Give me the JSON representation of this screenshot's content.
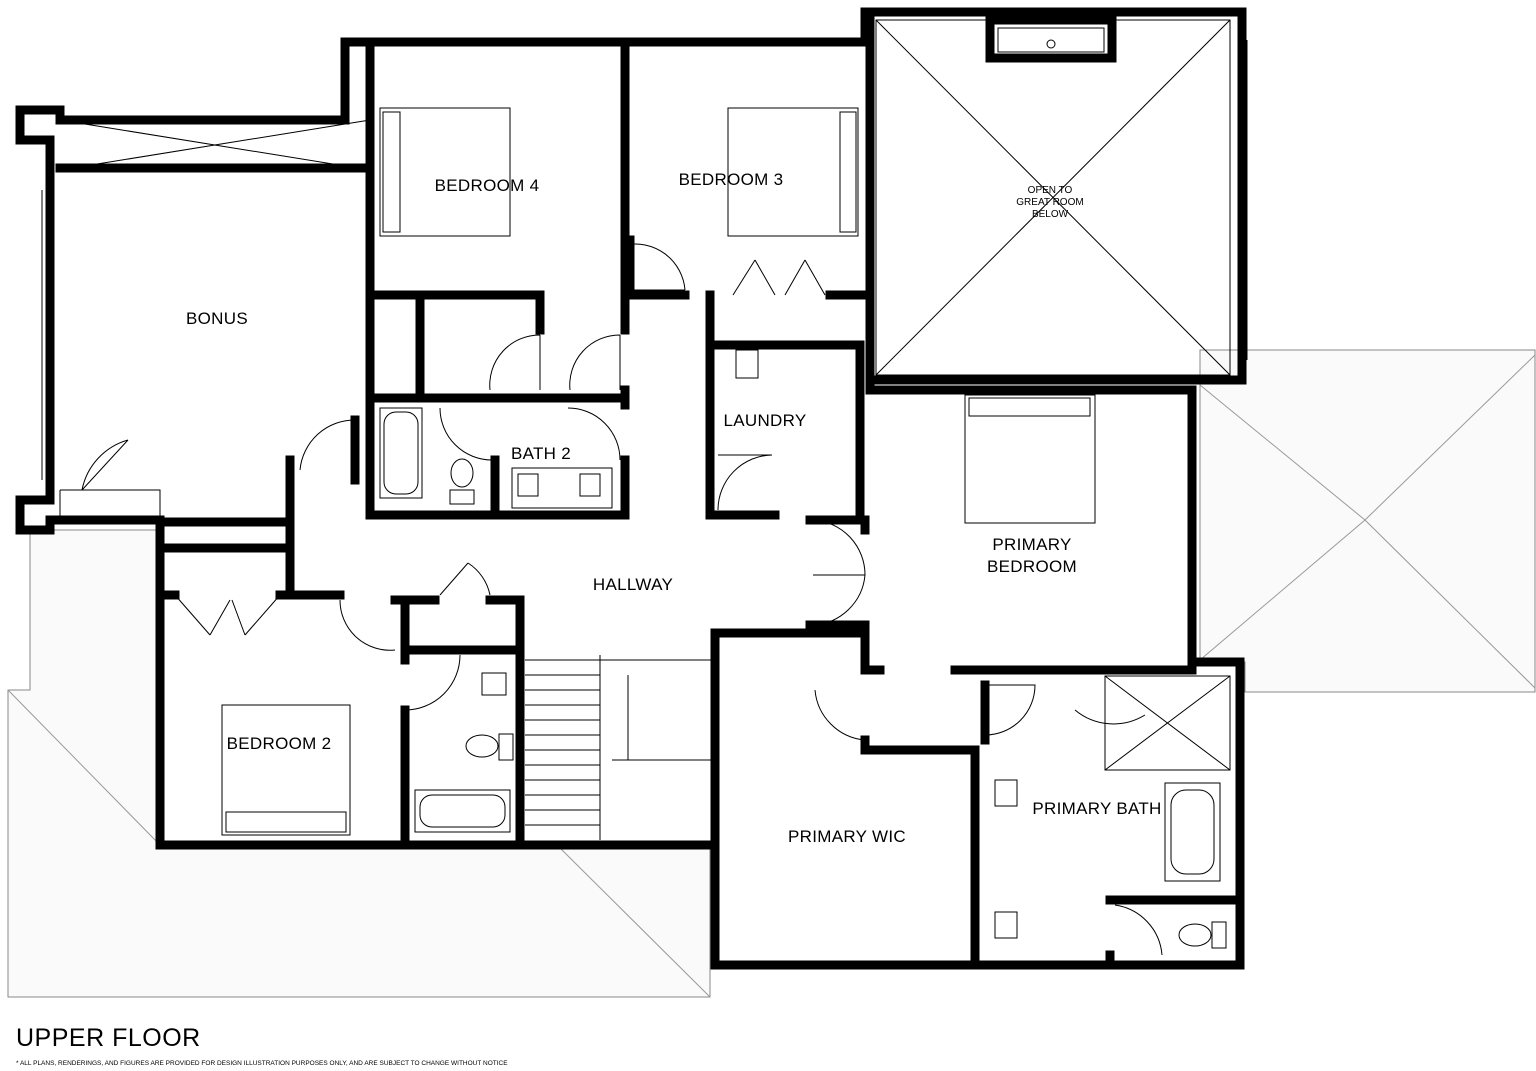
{
  "title": "UPPER FLOOR",
  "disclaimer": "* ALL PLANS, RENDERINGS, AND FIGURES ARE PROVIDED FOR DESIGN ILLUSTRATION PURPOSES ONLY, AND ARE SUBJECT TO CHANGE WITHOUT NOTICE",
  "rooms": {
    "bonus": "BONUS",
    "bedroom_4": "BEDROOM 4",
    "bedroom_3": "BEDROOM 3",
    "bath_2": "BATH 2",
    "laundry": "LAUNDRY",
    "hallway": "HALLWAY",
    "primary_bedroom_1": "PRIMARY",
    "primary_bedroom_2": "BEDROOM",
    "bedroom_2": "BEDROOM 2",
    "primary_wic": "PRIMARY WIC",
    "primary_bath": "PRIMARY BATH"
  },
  "open_to_below": {
    "line1": "OPEN TO",
    "line2": "GREAT ROOM",
    "line3": "BELOW"
  }
}
